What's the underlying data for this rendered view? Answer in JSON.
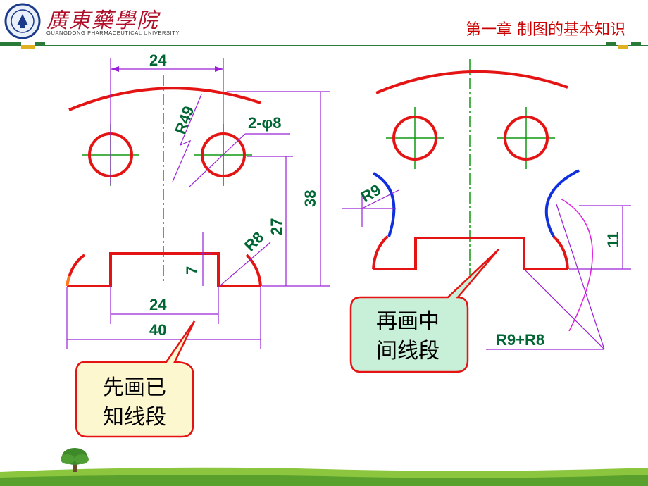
{
  "header": {
    "school_cn": "廣東藥學院",
    "school_en": "GUANGDONG PHARMACEUTICAL UNIVERSITY",
    "chapter": "第一章   制图的基本知识"
  },
  "dims_left": {
    "top_width": "24",
    "radius_big": "R49",
    "holes": "2-φ8",
    "height_total": "38",
    "height_mid": "27",
    "radius_small": "R8",
    "step_height": "7",
    "slot_width": "24",
    "overall_width": "40"
  },
  "dims_right": {
    "radius_r9": "R9",
    "height_11": "11",
    "sum_radius": "R9+R8"
  },
  "callouts": {
    "left": [
      "先画已",
      "知线段"
    ],
    "right": [
      "再画中",
      "间线段"
    ]
  },
  "colors": {
    "outline_red": "#e51414",
    "arc_blue": "#1030e0",
    "dim_purple": "#9a20d8",
    "center_green": "#119911",
    "callout_left_fill": "#fdf7d0",
    "callout_right_fill": "#c8f0d8"
  }
}
